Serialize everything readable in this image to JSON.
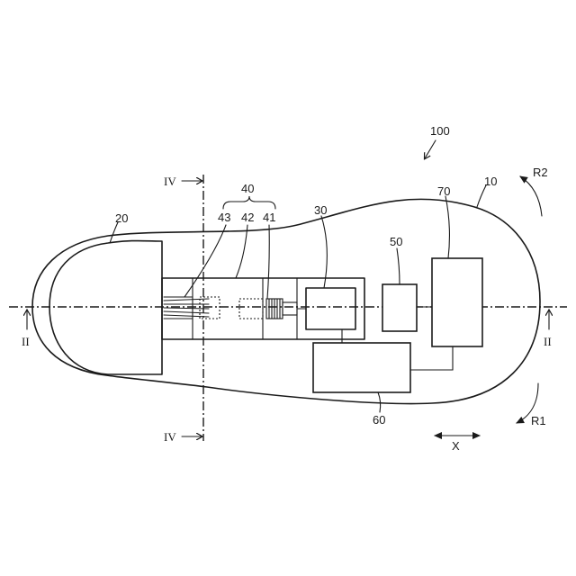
{
  "labels": {
    "device": "100",
    "housing": "10",
    "head": "20",
    "part30": "30",
    "group40": "40",
    "part41": "41",
    "part42": "42",
    "part43": "43",
    "part50": "50",
    "part60": "60",
    "part70": "70",
    "rot_r1": "R1",
    "rot_r2": "R2",
    "axis_x": "X",
    "sec_ii_left": "II",
    "sec_ii_right": "II",
    "sec_iv_top": "IV",
    "sec_iv_bottom": "IV"
  }
}
